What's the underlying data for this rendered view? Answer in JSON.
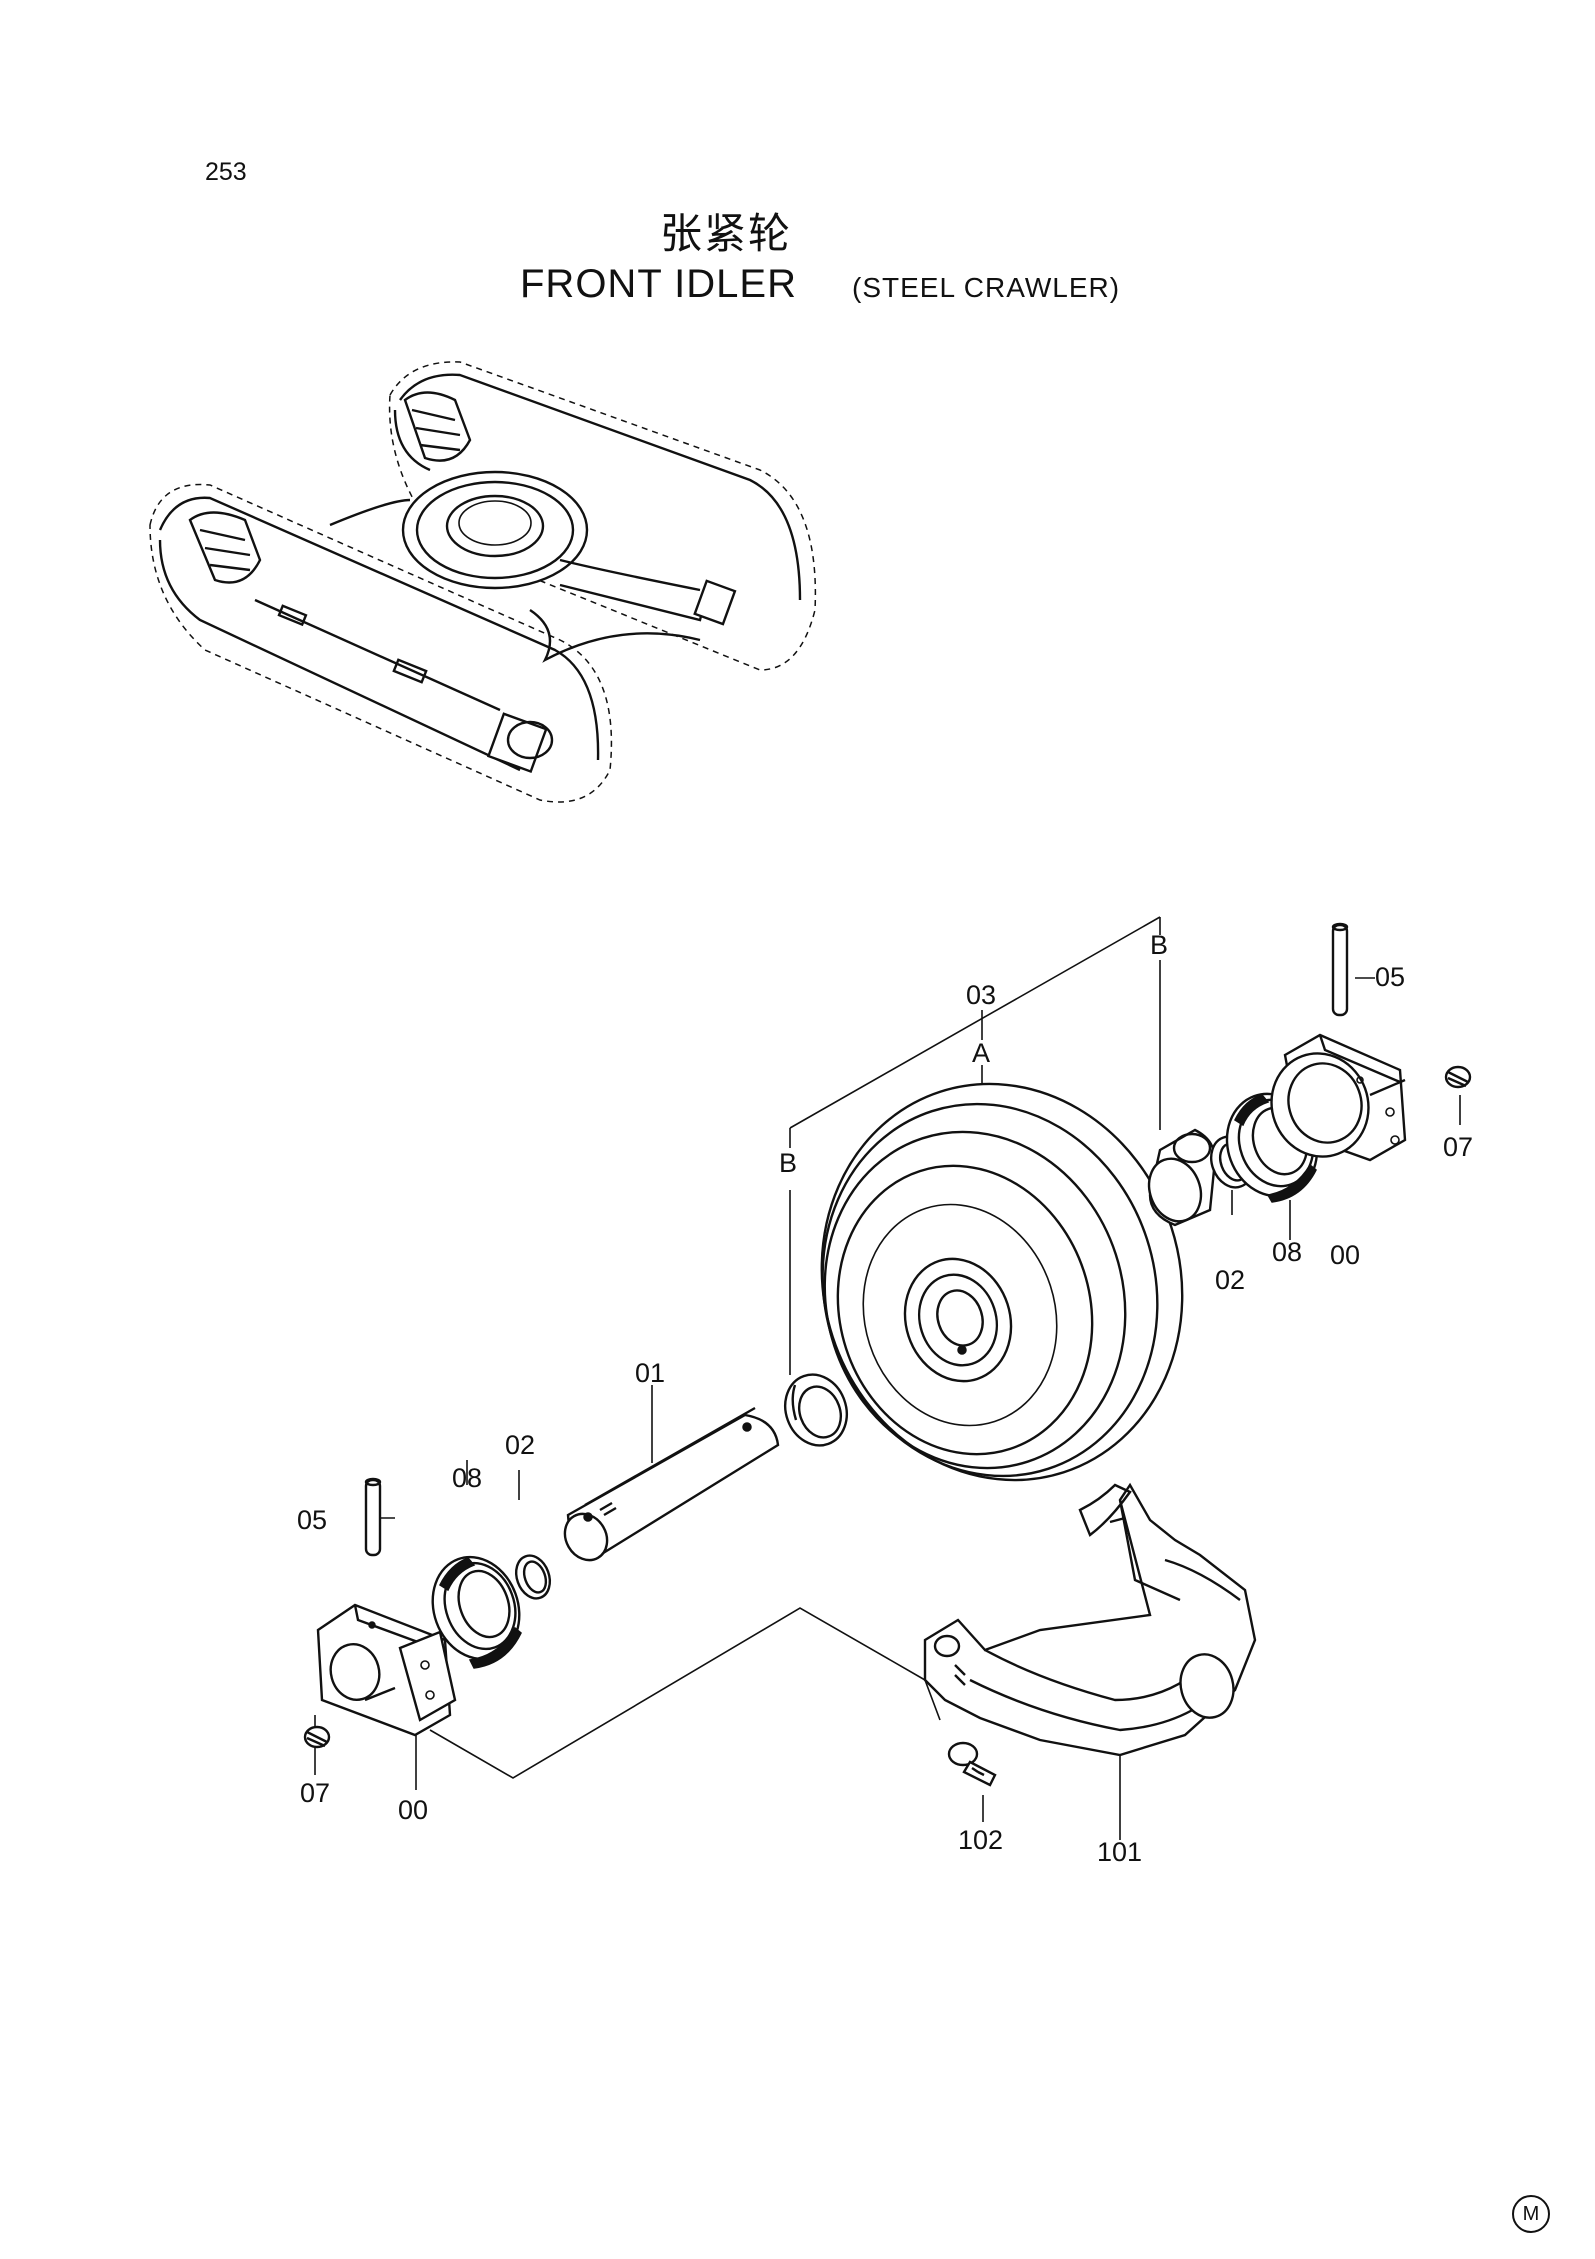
{
  "page_number": "253",
  "title_cn": "张紧轮",
  "title_en": "FRONT  IDLER",
  "title_sub": "(STEEL  CRAWLER)",
  "reference_mark": "M",
  "callouts": {
    "c05_right": "05",
    "c03": "03",
    "cA": "A",
    "cB_top": "B",
    "cB_left": "B",
    "c07_right": "07",
    "c08_right": "08",
    "c00_right": "00",
    "c02_right": "02",
    "c01": "01",
    "c02_left": "02",
    "c08_left": "08",
    "c05_left": "05",
    "c07_left": "07",
    "c00_left": "00",
    "c102": "102",
    "c101": "101"
  }
}
